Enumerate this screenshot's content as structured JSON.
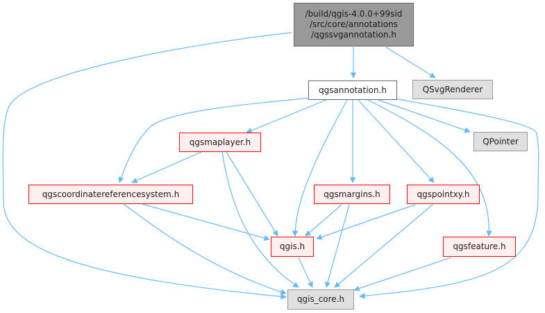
{
  "graph": {
    "edge_color": "#63b8ff",
    "nodes": {
      "root": {
        "label": "/build/qgis-4.0.0+99sid\n/src/core/annotations\n/qgssvgannotation.h",
        "style": "root"
      },
      "annotation": {
        "label": "qgsannotation.h",
        "style": "plain"
      },
      "svgrenderer": {
        "label": "QSvgRenderer",
        "style": "ext"
      },
      "maplayer": {
        "label": "qgsmaplayer.h",
        "style": "red"
      },
      "pointer": {
        "label": "QPointer",
        "style": "ext"
      },
      "crs": {
        "label": "qgscoordinatereferencesystem.h",
        "style": "red"
      },
      "margins": {
        "label": "qgsmargins.h",
        "style": "red"
      },
      "pointxy": {
        "label": "qgspointxy.h",
        "style": "red"
      },
      "qgis": {
        "label": "qgis.h",
        "style": "red"
      },
      "feature": {
        "label": "qgsfeature.h",
        "style": "red"
      },
      "core": {
        "label": "qgis_core.h",
        "style": "ext"
      }
    },
    "edges": [
      [
        "root",
        "annotation"
      ],
      [
        "root",
        "svgrenderer"
      ],
      [
        "root",
        "core"
      ],
      [
        "annotation",
        "maplayer"
      ],
      [
        "annotation",
        "crs"
      ],
      [
        "annotation",
        "margins"
      ],
      [
        "annotation",
        "pointxy"
      ],
      [
        "annotation",
        "qgis"
      ],
      [
        "annotation",
        "feature"
      ],
      [
        "annotation",
        "pointer"
      ],
      [
        "annotation",
        "core"
      ],
      [
        "maplayer",
        "crs"
      ],
      [
        "maplayer",
        "qgis"
      ],
      [
        "maplayer",
        "core"
      ],
      [
        "crs",
        "qgis"
      ],
      [
        "crs",
        "core"
      ],
      [
        "margins",
        "qgis"
      ],
      [
        "margins",
        "core"
      ],
      [
        "pointxy",
        "qgis"
      ],
      [
        "pointxy",
        "core"
      ],
      [
        "qgis",
        "core"
      ],
      [
        "feature",
        "core"
      ]
    ]
  }
}
